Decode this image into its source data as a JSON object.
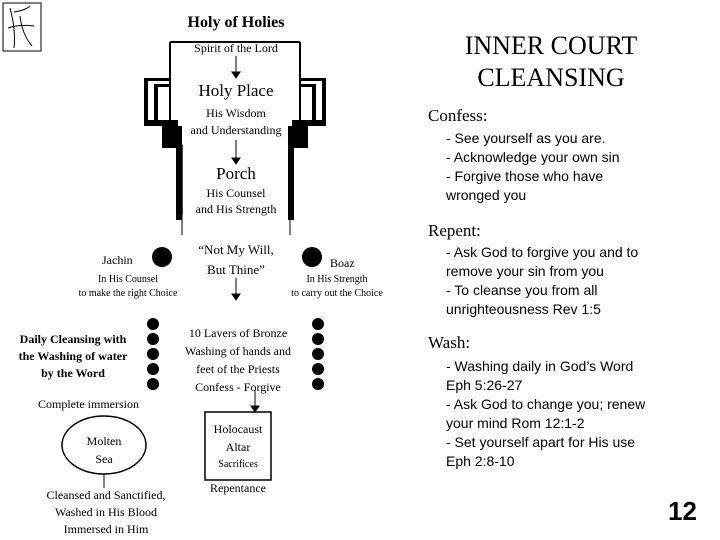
{
  "diagram": {
    "holy_of_holies": "Holy of Holies",
    "spirit": "Spirit of the Lord",
    "holy_place": "Holy Place",
    "wisdom_1": "His Wisdom",
    "wisdom_2": "and Understanding",
    "porch": "Porch",
    "counsel_1": "His Counsel",
    "counsel_2": "and His Strength",
    "quote_1": "“Not My Will,",
    "quote_2": "But Thine”",
    "jachin": "Jachin",
    "boaz": "Boaz",
    "jachin_desc_1": "In His Counsel",
    "jachin_desc_2": "to make the right Choice",
    "boaz_desc_1": "In His Strength",
    "boaz_desc_2": "to carry out the Choice",
    "daily_1": "Daily Cleansing with",
    "daily_2": "the Washing of water",
    "daily_3": "by the Word",
    "lavers_1": "10 Lavers of Bronze",
    "lavers_2": "Washing of hands and",
    "lavers_3": "feet of the Priests",
    "lavers_4": "Confess - Forgive",
    "immersion": "Complete immersion",
    "molten_1": "Molten",
    "molten_2": "Sea",
    "holocaust_1": "Holocaust",
    "holocaust_2": "Altar",
    "holocaust_3": "Sacrifices",
    "repentance": "Repentance",
    "cleansed_1": "Cleansed and Sanctified,",
    "cleansed_2": "Washed in His Blood",
    "cleansed_3": "Immersed in Him"
  },
  "right": {
    "title_1": "INNER COURT",
    "title_2": "CLEANSING",
    "confess_heading": "Confess:",
    "confess_lines": [
      "- See yourself as you are.",
      "- Acknowledge your own sin",
      "- Forgive those who have",
      "wronged you"
    ],
    "repent_heading": "Repent:",
    "repent_lines": [
      "- Ask God to forgive you and to",
      "remove your sin from you",
      "- To cleanse you from all",
      "unrighteousness   Rev 1:5"
    ],
    "wash_heading": "Wash:",
    "wash_lines": [
      "- Washing daily in God’s Word",
      "Eph 5:26-27",
      "- Ask God to change you; renew",
      "your mind   Rom 12:1-2",
      "- Set yourself apart for His use",
      "Eph 2:8-10"
    ]
  },
  "page_number": "12",
  "colors": {
    "ink": "#000000",
    "background": "#ffffff"
  }
}
